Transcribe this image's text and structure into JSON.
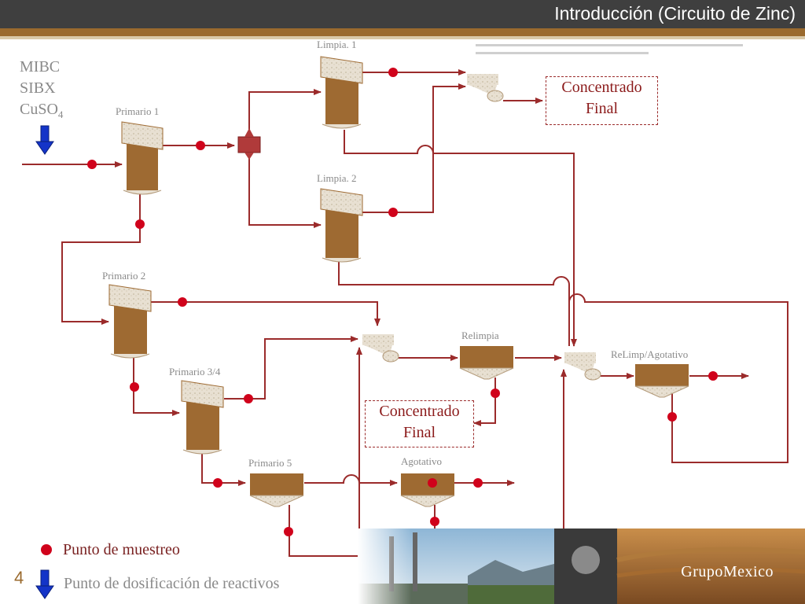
{
  "header": {
    "title": "Introducción (Circuito de Zinc)"
  },
  "reagents": {
    "line1": "MIBC",
    "line2": "SIBX",
    "line3_base": "CuSO",
    "line3_sub": "4"
  },
  "cells": {
    "primario1": "Primario 1",
    "primario2": "Primario 2",
    "primario34": "Primario 3/4",
    "primario5": "Primario 5",
    "limpia1": "Limpia. 1",
    "limpia2": "Limpia. 2",
    "relimpia": "Relimpia",
    "agotativo": "Agotativo",
    "relimp_agotativo": "ReLimp/Agotativo"
  },
  "concentrates": {
    "top": {
      "line1": "Concentrado",
      "line2": "Final"
    },
    "middle": {
      "line1": "Concentrado",
      "line2": "Final"
    }
  },
  "legend": {
    "sampling_point": "Punto de muestreo",
    "dosing_point": "Punto de dosificación de reactivos"
  },
  "footer": {
    "page_number": "4",
    "logo": "GrupoMexico"
  },
  "colors": {
    "flow": "#9b2b2b",
    "cell_body": "#9e6a32",
    "sample_dot": "#d0021b",
    "dosing_arrow": "#1434c8",
    "header": "#3f3f3f",
    "accent": "#9a6a2e"
  }
}
